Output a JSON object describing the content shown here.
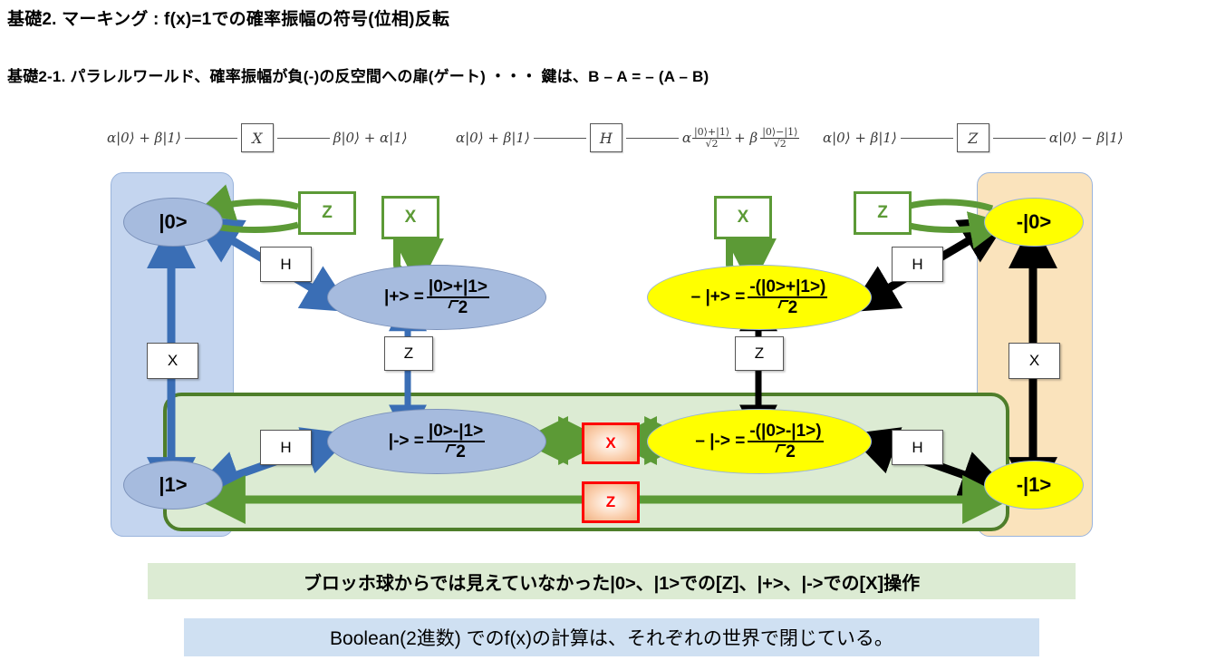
{
  "title": "基礎2. マーキング : f(x)=1での確率振幅の符号(位相)反転",
  "subtitle": "基礎2-1. パラレルワールド、確率振幅が負(-)の反空間への扉(ゲート) ・・・ 鍵は、B – A = – (A – B)",
  "circuits": [
    {
      "input": "α|0⟩ + β|1⟩",
      "gate": "X",
      "output": "β|0⟩ + α|1⟩"
    },
    {
      "input": "α|0⟩ + β|1⟩",
      "gate": "H",
      "output_prefix": "α",
      "frac1_num": "|0⟩+|1⟩",
      "frac1_den": "√2",
      "output_mid": "+ β",
      "frac2_num": "|0⟩−|1⟩",
      "frac2_den": "√2"
    },
    {
      "input": "α|0⟩ + β|1⟩",
      "gate": "Z",
      "output": "α|0⟩ − β|1⟩"
    }
  ],
  "nodes": {
    "ket0": {
      "label": "|0>"
    },
    "ket1": {
      "label": "|1>"
    },
    "plus": {
      "label": "|+> =",
      "num": "|0>+|1>",
      "den": "2"
    },
    "minus": {
      "label": "|-> =",
      "num": "|0>-|1>",
      "den": "2"
    },
    "neg_ket0": {
      "label": "-|0>"
    },
    "neg_ket1": {
      "label": "-|1>"
    },
    "neg_plus": {
      "label": "– |+> =",
      "num": "-(|0>+|1>)",
      "den": "2"
    },
    "neg_minus": {
      "label": "– |-> =",
      "num": "-(|0>-|1>)",
      "den": "2"
    }
  },
  "gates": {
    "h_tl": "H",
    "h_bl": "H",
    "h_tr": "H",
    "h_br": "H",
    "x_left": "X",
    "x_right": "X",
    "z_mid_left": "Z",
    "z_mid_right": "Z",
    "green_z_left": "Z",
    "green_x_left": "X",
    "green_x_right": "X",
    "green_z_right": "Z",
    "red_x": "X",
    "red_z": "Z"
  },
  "captions": {
    "green": "ブロッホ球からでは見えていなかった|0>、|1>での[Z]、|+>、|->での[X]操作",
    "blue": "Boolean(2進数) でのf(x)の計算は、それぞれの世界で閉じている。"
  },
  "colors": {
    "blue_panel": "#c4d5ef",
    "orange_panel": "#fae3bc",
    "green_panel": "#dcebd3",
    "green_border": "#4e7e2a",
    "blue_arrow": "#3a6eb5",
    "green_arrow": "#5c9a36",
    "black_arrow": "#000000",
    "yellow_node": "#ffff00",
    "blue_node": "#a6bbde",
    "red_gate": "#ff0000",
    "caption_blue": "#cfe0f2"
  }
}
